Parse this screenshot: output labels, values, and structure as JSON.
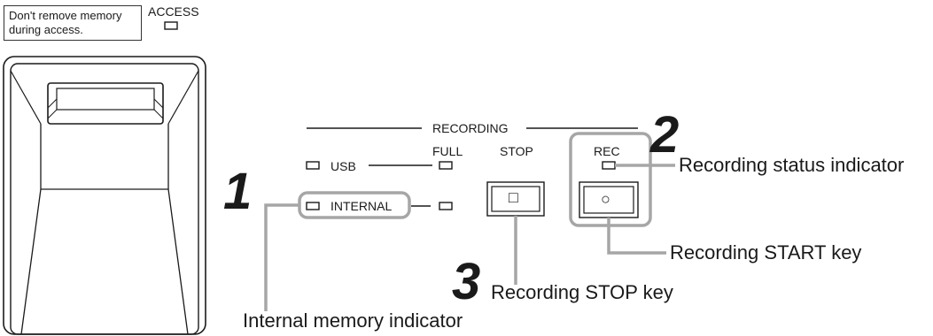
{
  "notice": {
    "line1": "Don't remove memory",
    "line2": "during access."
  },
  "access_label": "ACCESS",
  "panel": {
    "group_label": "RECORDING",
    "usb_label": "USB",
    "internal_label": "INTERNAL",
    "full_label": "FULL",
    "stop_label": "STOP",
    "rec_label": "REC",
    "stop_key_symbol": "□",
    "rec_key_symbol": "○"
  },
  "callouts": {
    "step1": "1",
    "step2": "2",
    "step3": "3",
    "recording_status": "Recording status indicator",
    "recording_start": "Recording START key",
    "recording_stop": "Recording STOP key",
    "internal_memory": "Internal memory indicator"
  },
  "colors": {
    "line": "#1a1a1a",
    "callout": "#a6a6a6"
  }
}
